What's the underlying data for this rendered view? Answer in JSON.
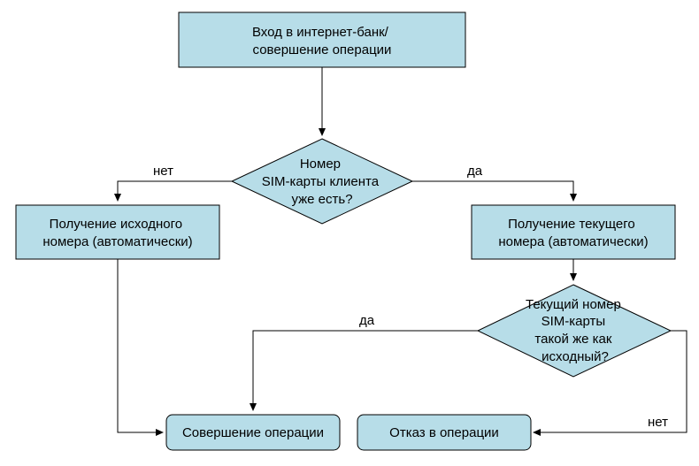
{
  "colors": {
    "node_fill": "#b7dde8",
    "stroke": "#000000",
    "background": "#ffffff"
  },
  "nodes": {
    "start": {
      "line1": "Вход в интернет-банк/",
      "line2": "совершение операции"
    },
    "decision_sim_exists": {
      "line1": "Номер",
      "line2": "SIM-карты клиента",
      "line3": "уже есть?"
    },
    "get_original": {
      "line1": "Получение исходного",
      "line2": "номера (автоматически)"
    },
    "get_current": {
      "line1": "Получение текущего",
      "line2": "номера (автоматически)"
    },
    "decision_same": {
      "line1": "Текущий номер",
      "line2": "SIM-карты",
      "line3": "такой же как",
      "line4": "исходный?"
    },
    "perform": {
      "line1": "Совершение операции"
    },
    "refuse": {
      "line1": "Отказ в операции"
    }
  },
  "edges": {
    "no_label_1": "нет",
    "yes_label_1": "да",
    "yes_label_2": "да",
    "no_label_2": "нет"
  }
}
